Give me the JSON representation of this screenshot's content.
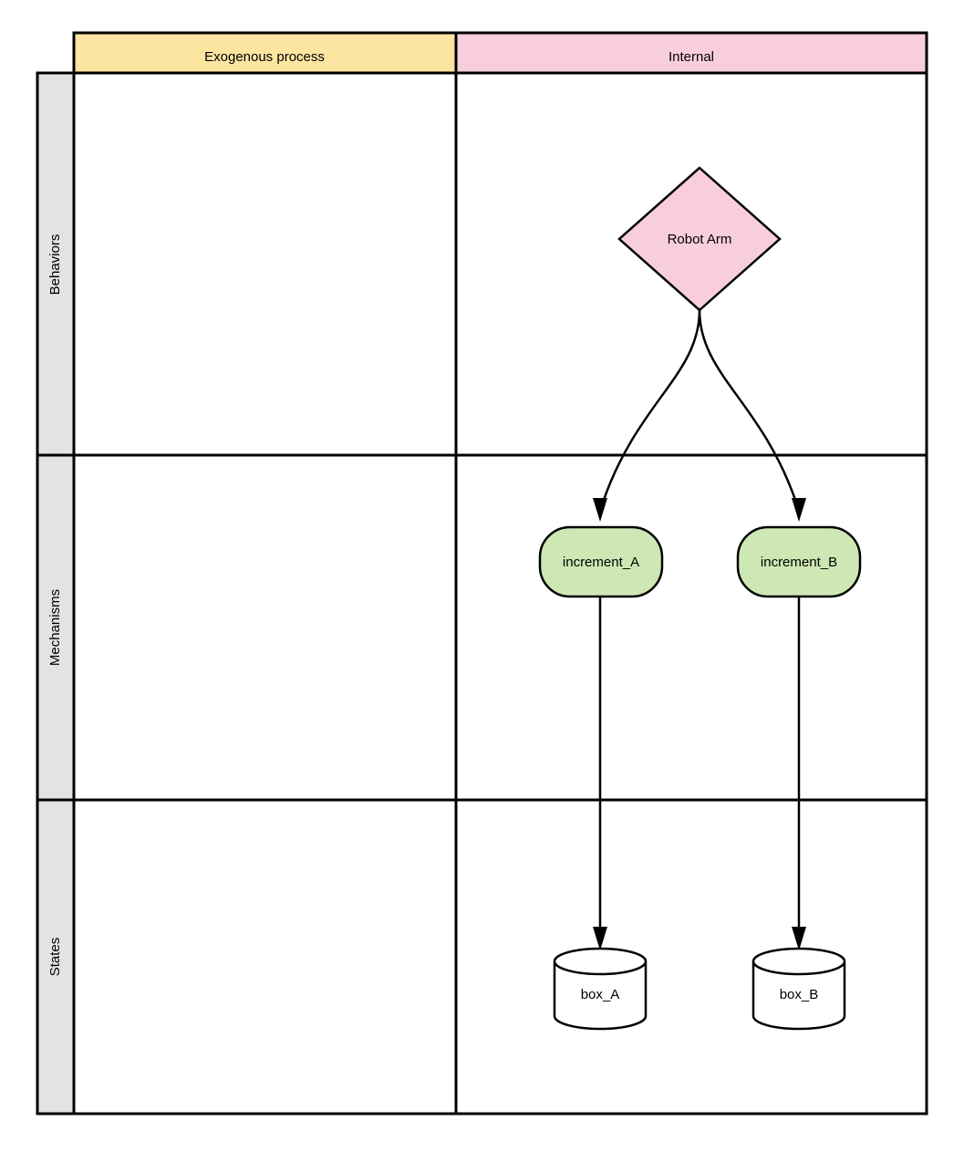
{
  "diagram": {
    "type": "swimlane-flowchart",
    "background": "#ffffff",
    "columns": [
      {
        "id": "exogenous",
        "label": "Exogenous process",
        "header_color": "#fce5a1"
      },
      {
        "id": "internal",
        "label": "Internal",
        "header_color": "#f8cedd"
      }
    ],
    "rows": [
      {
        "id": "behaviors",
        "label": "Behaviors",
        "header_color": "#e3e3e3"
      },
      {
        "id": "mechanisms",
        "label": "Mechanisms",
        "header_color": "#e3e3e3"
      },
      {
        "id": "states",
        "label": "States",
        "header_color": "#e3e3e3"
      }
    ],
    "nodes": [
      {
        "id": "robot_arm",
        "label": "Robot Arm",
        "shape": "diamond",
        "fill": "#f8cedd",
        "stroke": "#000000",
        "row": "behaviors",
        "column": "internal"
      },
      {
        "id": "increment_a",
        "label": "increment_A",
        "shape": "rounded-rect",
        "fill": "#cde8b4",
        "stroke": "#000000",
        "row": "mechanisms",
        "column": "internal"
      },
      {
        "id": "increment_b",
        "label": "increment_B",
        "shape": "rounded-rect",
        "fill": "#cde8b4",
        "stroke": "#000000",
        "row": "mechanisms",
        "column": "internal"
      },
      {
        "id": "box_a",
        "label": "box_A",
        "shape": "cylinder",
        "fill": "#ffffff",
        "stroke": "#000000",
        "row": "states",
        "column": "internal"
      },
      {
        "id": "box_b",
        "label": "box_B",
        "shape": "cylinder",
        "fill": "#ffffff",
        "stroke": "#000000",
        "row": "states",
        "column": "internal"
      }
    ],
    "edges": [
      {
        "id": "e1",
        "from": "robot_arm",
        "to": "increment_a",
        "style": "curved",
        "arrow": "end",
        "label": ""
      },
      {
        "id": "e2",
        "from": "robot_arm",
        "to": "increment_b",
        "style": "curved",
        "arrow": "end",
        "label": ""
      },
      {
        "id": "e3",
        "from": "increment_a",
        "to": "box_a",
        "style": "straight",
        "arrow": "end",
        "label": ""
      },
      {
        "id": "e4",
        "from": "increment_b",
        "to": "box_b",
        "style": "straight",
        "arrow": "end",
        "label": ""
      }
    ]
  }
}
